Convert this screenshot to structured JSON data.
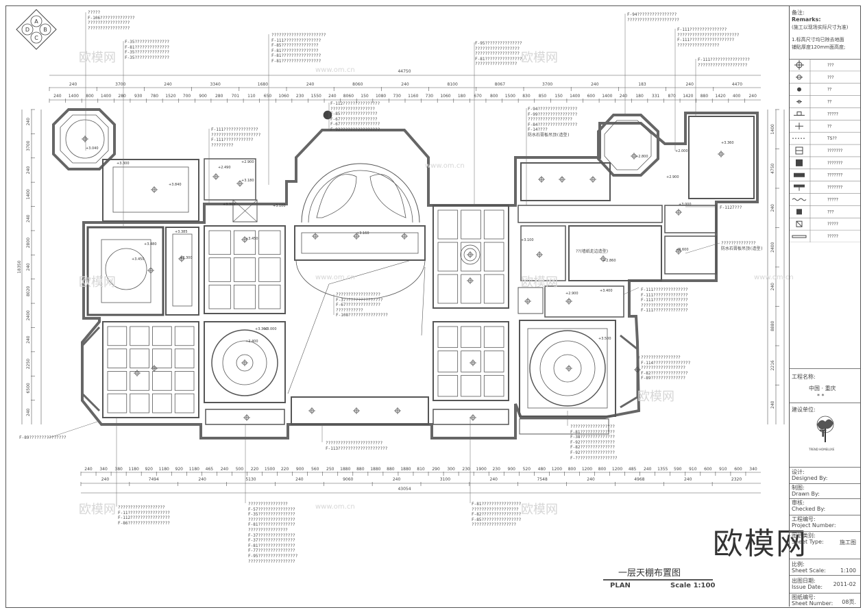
{
  "compass": {
    "a": "A",
    "b": "B",
    "c": "C",
    "d": "D"
  },
  "remarks": {
    "title_cn": "备注:",
    "title_en": "Remarks:",
    "line1": "(施工以现场实际尺寸为准)",
    "line2": "1.标高尺寸均已除去地面",
    "line3": "铺贴厚度120mm面高度;"
  },
  "legend": [
    {
      "icon": "ceiling-light-icon",
      "text": "???"
    },
    {
      "icon": "spot-light-icon",
      "text": "???"
    },
    {
      "icon": "down-light-icon",
      "text": "??"
    },
    {
      "icon": "small-light-icon",
      "text": "??"
    },
    {
      "icon": "wall-light-icon",
      "text": "?????"
    },
    {
      "icon": "pendant-icon",
      "text": "??"
    },
    {
      "icon": "strip-light-icon",
      "text": "TS??"
    },
    {
      "icon": "vent-icon",
      "text": "???????"
    },
    {
      "icon": "return-air-icon",
      "text": "???????"
    },
    {
      "icon": "exhaust-icon",
      "text": "???????"
    },
    {
      "icon": "supply-air-icon",
      "text": "???????"
    },
    {
      "icon": "curtain-track-icon",
      "text": "?????"
    },
    {
      "icon": "access-panel-icon",
      "text": "???"
    },
    {
      "icon": "smoke-detector-icon",
      "text": "?????"
    },
    {
      "icon": "speaker-icon",
      "text": "?????"
    }
  ],
  "project": {
    "name_label": "工程名称:",
    "name_value": "中国 · 重庆",
    "name_sub": "* *",
    "client_label": "建设单位:",
    "logo_text": "T",
    "logo_sub": "TREND HOMELUXE",
    "designed_cn": "设计:",
    "designed_en": "Designed By:",
    "drawn_cn": "制图:",
    "drawn_en": "Drawn By:",
    "checked_cn": "审核:",
    "checked_en": "Checked By:",
    "projno_cn": "工程编号:",
    "projno_en": "Project Number:",
    "type_cn": "图纸类别:",
    "type_en": "Sheet Type:",
    "type_value": "施工图",
    "scale_cn": "比例:",
    "scale_en": "Sheet Scale:",
    "scale_value": "1:100",
    "date_cn": "出图日期:",
    "date_en": "Issue Date:",
    "date_value": "2011-02",
    "sheetno_cn": "图纸编号:",
    "sheetno_en": "Sheet Number:",
    "sheetno_value": "08页."
  },
  "drawing": {
    "title_cn": "一层天棚布置图",
    "plan": "PLAN",
    "scale": "Scale 1:100"
  },
  "watermark": {
    "small": "欧模网",
    "url": "www.om.cn",
    "big": "欧模网"
  },
  "dimensions": {
    "top_total": "44750",
    "top_mid": [
      "240",
      "3700",
      "240",
      "3340",
      "1680",
      "240",
      "8060",
      "240",
      "8100",
      "8067",
      "3700",
      "240",
      "183",
      "240",
      "4470"
    ],
    "top_fine": [
      "240",
      "1400",
      "800",
      "1400",
      "280",
      "930",
      "780",
      "1520",
      "700",
      "900",
      "280",
      "701",
      "110",
      "650",
      "1060",
      "230",
      "1550",
      "240",
      "8060",
      "150",
      "1080",
      "730",
      "1160",
      "730",
      "1060",
      "180",
      "670",
      "800",
      "1500",
      "830",
      "850",
      "150",
      "1400",
      "600",
      "1400",
      "240",
      "180",
      "331",
      "870",
      "1420",
      "880",
      "1420",
      "400",
      "240"
    ],
    "bottom_total": "43054",
    "bottom_mid": [
      "240",
      "7494",
      "240",
      "5130",
      "240",
      "9060",
      "240",
      "3100",
      "240",
      "7548",
      "240",
      "4968",
      "240",
      "2320"
    ],
    "bottom_fine": [
      "240",
      "340",
      "380",
      "1180",
      "920",
      "1180",
      "920",
      "1180",
      "465",
      "240",
      "500",
      "220",
      "1500",
      "220",
      "900",
      "560",
      "250",
      "1880",
      "880",
      "1880",
      "880",
      "1880",
      "810",
      "290",
      "300",
      "230",
      "1900",
      "230",
      "900",
      "520",
      "480",
      "1200",
      "800",
      "1200",
      "800",
      "1200",
      "485",
      "240",
      "1355",
      "590",
      "910",
      "600",
      "910",
      "600",
      "340"
    ],
    "left": [
      "240",
      "3700",
      "240",
      "1400",
      "240",
      "2800",
      "240",
      "8020",
      "2400",
      "240",
      "2250",
      "6500",
      "240"
    ],
    "left_total": "18350",
    "right": [
      "1400",
      "4750",
      "240",
      "2400",
      "240",
      "8880",
      "2216",
      "240"
    ]
  },
  "elevations": [
    "+3.040",
    "+3.300",
    "+3.840",
    "+2.490",
    "+2.900",
    "+3.180",
    "+3.100",
    "+3.310",
    "+3.385",
    "+3.480",
    "+3.450",
    "+3.300",
    "+3.450",
    "+3.160",
    "+3.000",
    "+3.360",
    "+2.400",
    "+3.500",
    "+2.900",
    "+3.400",
    "+3.100",
    "+2.860",
    "+3.600",
    "+3.360",
    "+2.800",
    "+2.000",
    "+2.900",
    "+3.000"
  ],
  "room_label": "??(墙纸走边造型)",
  "notes": {
    "tl": [
      "?????",
      "F-106??????????????",
      "?????????????????",
      "?????????????????"
    ],
    "tl2": [
      "F-35??????????????",
      "F-81??????????????",
      "F-35??????????????",
      "F-35??????????????"
    ],
    "tl3": [
      "??????????????????????",
      "F-111???????????????",
      "F-85???????????????",
      "F-81???????????????",
      "F-81????????????????",
      "F-81????????????????"
    ],
    "mid": [
      "F-112???????????????",
      "??????????????????",
      "F-85???????????????",
      "F-67???????????????",
      "F-67????????????????",
      "F-92????????????????"
    ],
    "tr1": [
      "F-95???????????????",
      "??????????????????",
      "??????????????????",
      "F-81???????????????",
      "?????????????????"
    ],
    "tr2": [
      "F-94????????????????",
      "?????????????????????"
    ],
    "tr3": [
      "F-111???????????????",
      "?????????????????????????",
      "F-111??????????????????",
      "?????????????????"
    ],
    "tr4": [
      "F-111????????????????",
      "????????????????????"
    ],
    "mid2": [
      "F-94????????????????",
      "F-99????????????????",
      "??????????????????",
      "F-84????????????????",
      "F-14????",
      "防水石膏板吊顶(造型)"
    ],
    "left1": [
      "F-111??????????????",
      "????????????????????",
      "F-111????????????",
      "?????????"
    ],
    "center": [
      "??????????????????",
      "F-37???????????????",
      "F-67??????????????",
      "???????????",
      "F-108????????????????"
    ],
    "r_mid": [
      "F-111??????????????",
      "F-111??????????????",
      "F-111??????????????",
      "???????????????????",
      "F-111??????????????"
    ],
    "r_right": [
      "F-1127???"
    ],
    "r_side": [
      "??????????????",
      "防水石膏板吊顶(造型)"
    ],
    "r_low": [
      "????????????????",
      "F-114???????????????",
      "??????????????????",
      "F-82???????????????",
      "F-89??????????????"
    ],
    "b_left": [
      "F-89???????????????"
    ],
    "b_ctr": [
      "???????????????????????",
      "F-113????????????????????"
    ],
    "b_r": [
      "??????????????????",
      "F-81??????????????",
      "F-38??????????????",
      "F-92??????????????",
      "F-82??????????????",
      "F-92??????????????",
      "F-?????????????????"
    ],
    "bb1": [
      "???????????????????",
      "F-11?????????????????",
      "F-112????????????????",
      "F-86?????????????????"
    ],
    "bb2": [
      "????????????????",
      "F-57???????????????",
      "F-35???????????????",
      "???????????????????",
      "F-81???????????????",
      "????????????????",
      "F-37???????????????",
      "F-37???????????????",
      "F-81???????????????",
      "F-77???????????????",
      "F-95????????????????",
      "???????????????????"
    ],
    "bb3": [
      "F-81????????????????",
      "???????????????????",
      "F-82????????????????",
      "F-85????????????????",
      "??????????????????"
    ]
  }
}
